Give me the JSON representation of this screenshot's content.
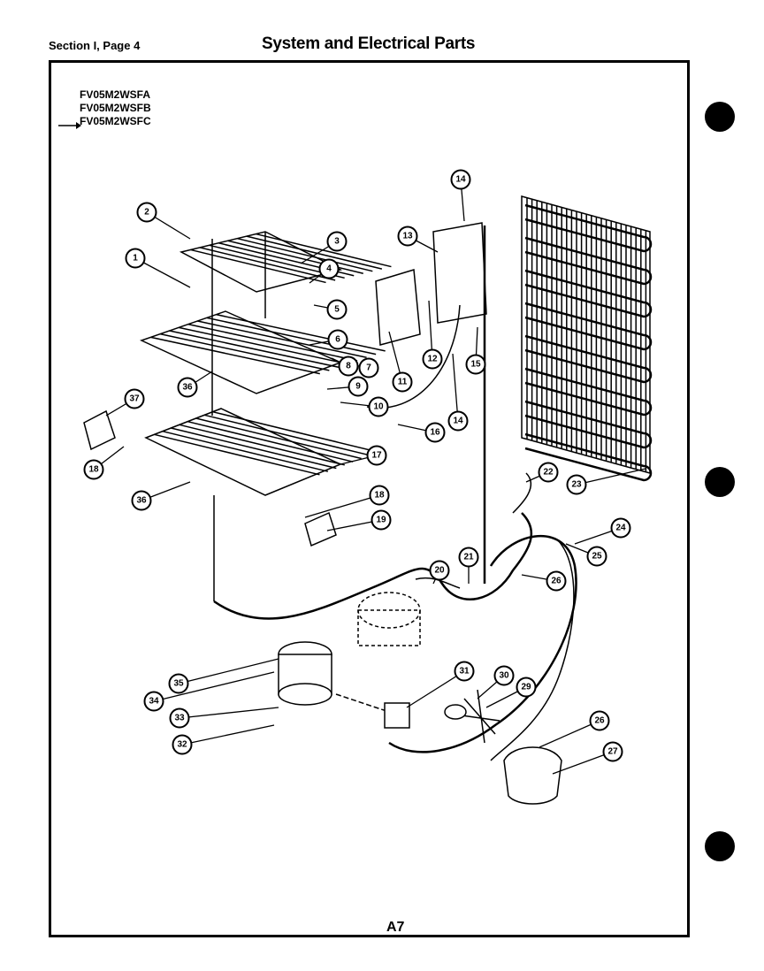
{
  "header": {
    "section": "Section I, Page 4",
    "title": "System and Electrical Parts"
  },
  "models": [
    "FV05M2WSFA",
    "FV05M2WSFB",
    "FV05M2WSFC"
  ],
  "page_number": "A7",
  "callouts": [
    {
      "id": "c1",
      "label": "1"
    },
    {
      "id": "c2",
      "label": "2"
    },
    {
      "id": "c3",
      "label": "3"
    },
    {
      "id": "c4",
      "label": "4"
    },
    {
      "id": "c5",
      "label": "5"
    },
    {
      "id": "c6",
      "label": "6"
    },
    {
      "id": "c7",
      "label": "7"
    },
    {
      "id": "c8",
      "label": "8"
    },
    {
      "id": "c9",
      "label": "9"
    },
    {
      "id": "c10",
      "label": "10"
    },
    {
      "id": "c11",
      "label": "11"
    },
    {
      "id": "c12",
      "label": "12"
    },
    {
      "id": "c13",
      "label": "13"
    },
    {
      "id": "c14a",
      "label": "14"
    },
    {
      "id": "c14b",
      "label": "14"
    },
    {
      "id": "c15",
      "label": "15"
    },
    {
      "id": "c16",
      "label": "16"
    },
    {
      "id": "c17",
      "label": "17"
    },
    {
      "id": "c18a",
      "label": "18"
    },
    {
      "id": "c18b",
      "label": "18"
    },
    {
      "id": "c19",
      "label": "19"
    },
    {
      "id": "c20",
      "label": "20"
    },
    {
      "id": "c21",
      "label": "21"
    },
    {
      "id": "c22",
      "label": "22"
    },
    {
      "id": "c23",
      "label": "23"
    },
    {
      "id": "c24",
      "label": "24"
    },
    {
      "id": "c25",
      "label": "25"
    },
    {
      "id": "c26a",
      "label": "26"
    },
    {
      "id": "c26b",
      "label": "26"
    },
    {
      "id": "c27",
      "label": "27"
    },
    {
      "id": "c29",
      "label": "29"
    },
    {
      "id": "c30",
      "label": "30"
    },
    {
      "id": "c31",
      "label": "31"
    },
    {
      "id": "c32",
      "label": "32"
    },
    {
      "id": "c33",
      "label": "33"
    },
    {
      "id": "c34",
      "label": "34"
    },
    {
      "id": "c35",
      "label": "35"
    },
    {
      "id": "c36a",
      "label": "36"
    },
    {
      "id": "c36b",
      "label": "36"
    },
    {
      "id": "c37",
      "label": "37"
    }
  ]
}
